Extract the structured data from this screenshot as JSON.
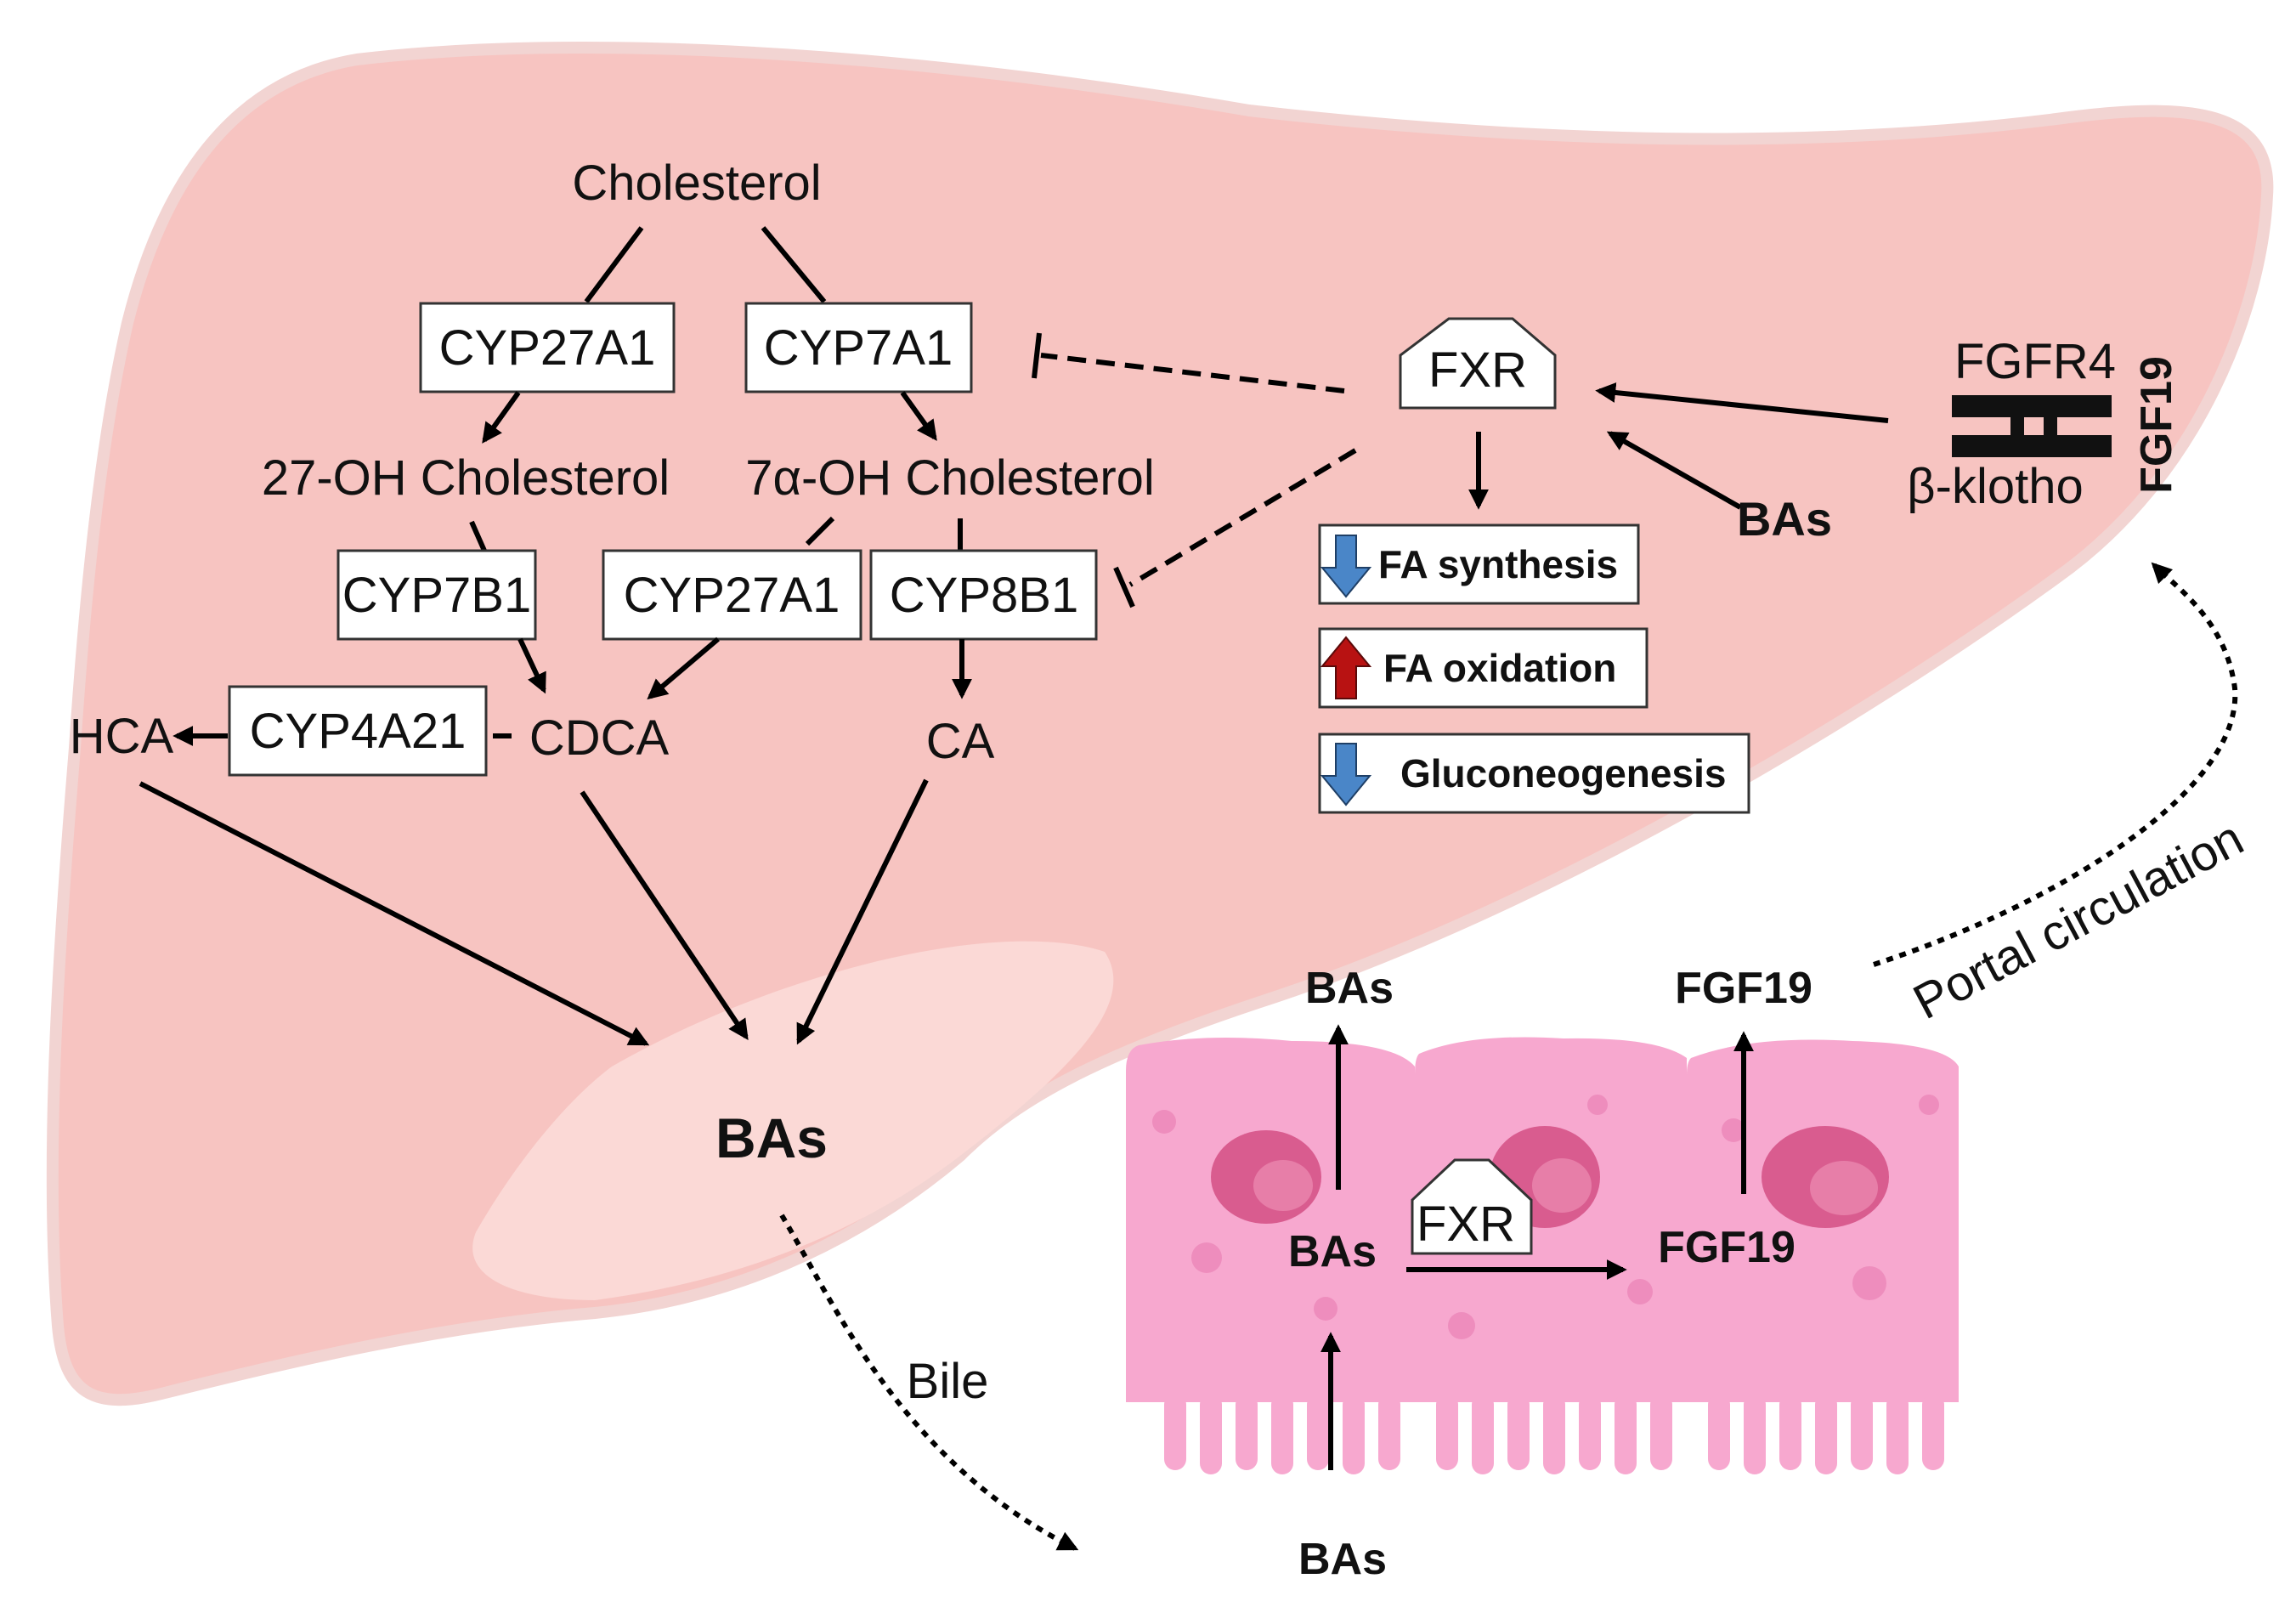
{
  "colors": {
    "liver": "#f7c4c1",
    "liver_outline": "#f2d4d2",
    "liver_lobe": "#fbd9d6",
    "cell_body": "#f7a8cf",
    "cell_dark": "#ee8dbd",
    "nucleus": "#d95c8f",
    "arrow_down_blue": "#4a86c8",
    "arrow_up_red": "#b81212"
  },
  "pathway": {
    "cholesterol": "Cholesterol",
    "cyp27a1_top": "CYP27A1",
    "cyp7a1": "CYP7A1",
    "oh27_cholesterol": "27-OH Cholesterol",
    "oh7a_cholesterol": "7α-OH Cholesterol",
    "cyp7b1": "CYP7B1",
    "cyp27a1_mid": "CYP27A1",
    "cyp8b1": "CYP8B1",
    "cyp4a21": "CYP4A21",
    "hca": "HCA",
    "cdca": "CDCA",
    "ca": "CA",
    "bas_liver": "BAs"
  },
  "signaling": {
    "fxr_liver": "FXR",
    "fgfr4": "FGFR4",
    "fgf19_receptor": "FGF19",
    "beta_klotho": "β-klotho",
    "bas_to_fxr": "BAs",
    "effects": [
      {
        "label": "FA synthesis",
        "direction": "down"
      },
      {
        "label": "FA oxidation",
        "direction": "up"
      },
      {
        "label": "Gluconeogenesis",
        "direction": "down"
      }
    ]
  },
  "intestine": {
    "bas_top": "BAs",
    "fgf19_top": "FGF19",
    "bas_center": "BAs",
    "fxr_cell": "FXR",
    "fgf19_center": "FGF19",
    "bas_bottom": "BAs"
  },
  "routes": {
    "bile": "Bile",
    "portal_circulation": "Portal circulation"
  }
}
